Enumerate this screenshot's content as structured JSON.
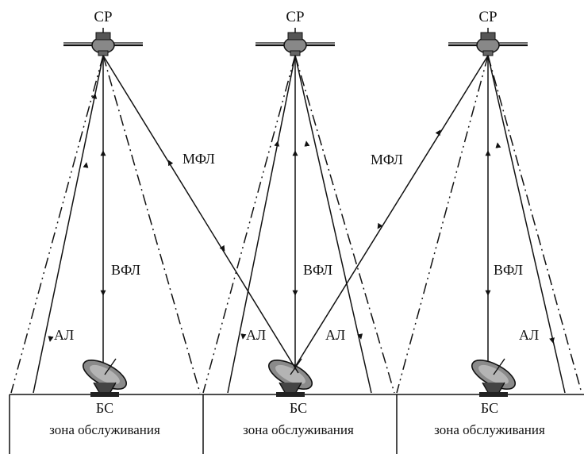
{
  "satellite_label": "СР",
  "labels": {
    "downlink": "АЛ",
    "feeder": "ВФЛ",
    "intersat": "МФЛ",
    "base_station": "БС",
    "zone": "зона обслуживания"
  },
  "cells": [
    {
      "satellite": "СР",
      "station": "БС",
      "zone": "зона обслуживания"
    },
    {
      "satellite": "СР",
      "station": "БС",
      "zone": "зона обслуживания"
    },
    {
      "satellite": "СР",
      "station": "БС",
      "zone": "зона обслуживания"
    }
  ],
  "colors": {
    "line": "#111111",
    "background": "#ffffff",
    "dish": "#7a7a7a"
  }
}
